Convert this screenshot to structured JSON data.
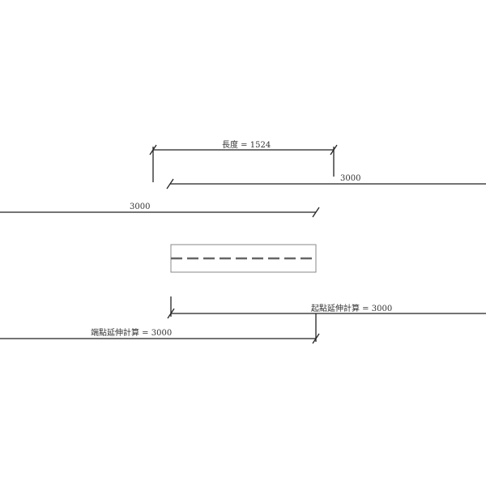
{
  "dimensions": {
    "length_label": "長度 = 1524",
    "upper_right_label": "3000",
    "upper_left_label": "3000",
    "start_extension_label": "起點延伸計算 = 3000",
    "end_extension_label": "端點延伸計算 = 3000"
  },
  "colors": {
    "line": "#222222",
    "outline": "#888888",
    "dash": "#666666"
  }
}
